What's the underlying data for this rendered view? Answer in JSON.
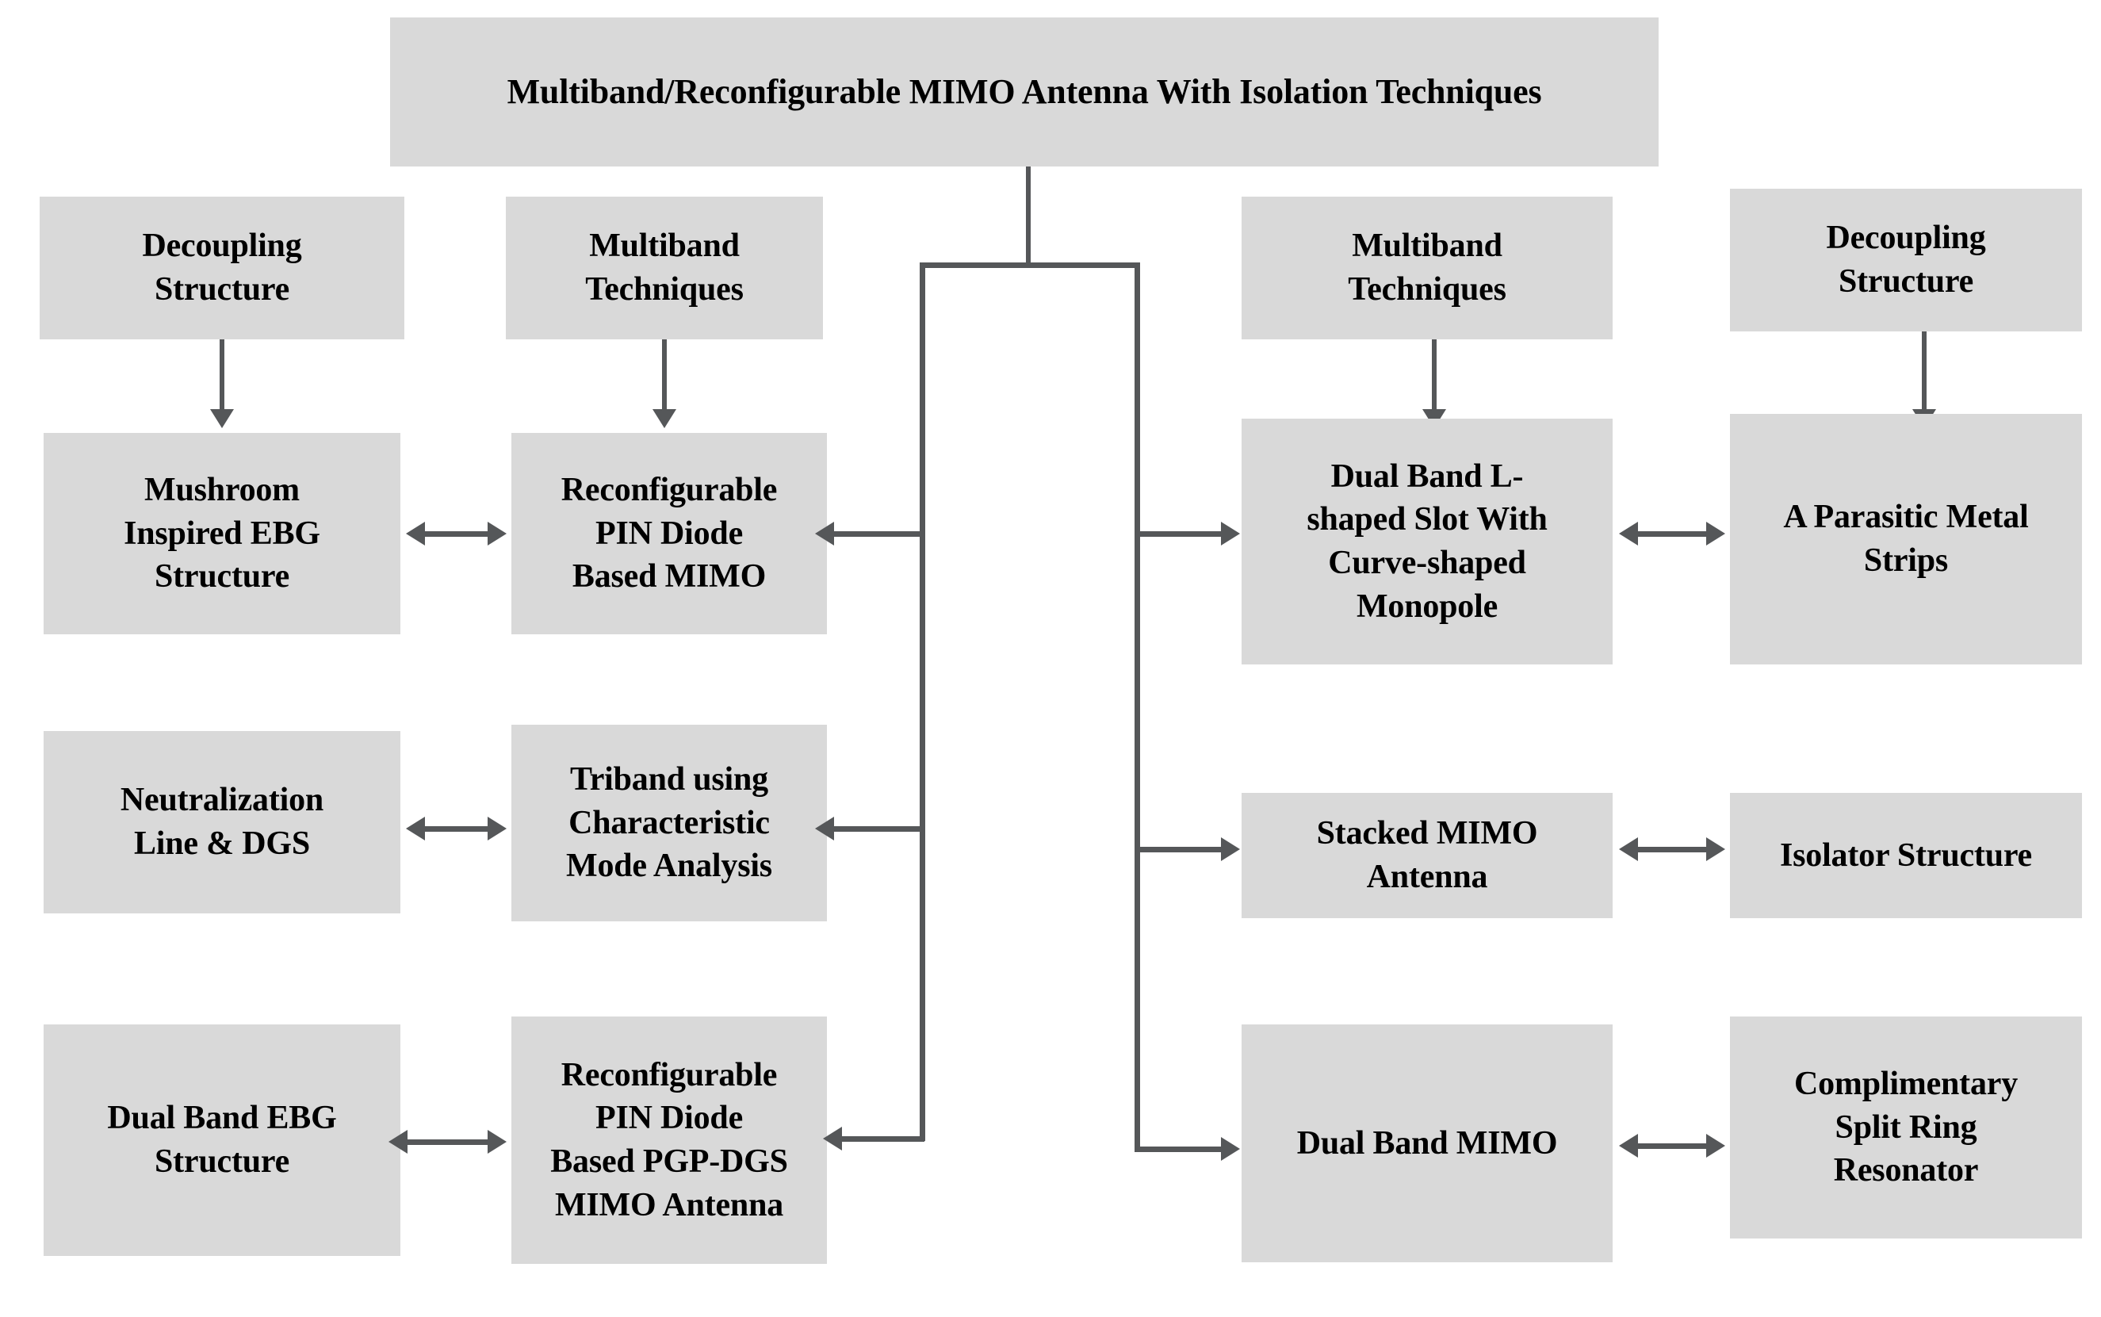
{
  "diagram": {
    "title": "Multiband/Reconfigurable MIMO Antenna With Isolation Techniques",
    "colors": {
      "node_fill": "#d9d9d9",
      "connector": "#555759",
      "text": "#000000",
      "background": "#ffffff"
    },
    "headers": {
      "left_decoupling": "Decoupling\nStructure",
      "left_multiband": "Multiband\nTechniques",
      "right_multiband": "Multiband\nTechniques",
      "right_decoupling": "Decoupling\nStructure"
    },
    "left_branch": {
      "row1": {
        "outer": "Mushroom\nInspired EBG\nStructure",
        "inner": "Reconfigurable\nPIN Diode\nBased MIMO"
      },
      "row2": {
        "outer": "Neutralization\nLine & DGS",
        "inner": "Triband using\nCharacteristic\nMode Analysis"
      },
      "row3": {
        "outer": "Dual Band EBG\nStructure",
        "inner": "Reconfigurable\nPIN Diode\nBased PGP-DGS\nMIMO Antenna"
      }
    },
    "right_branch": {
      "row1": {
        "inner": "Dual Band L-\nshaped Slot With\nCurve-shaped\nMonopole",
        "outer": "A Parasitic Metal\nStrips"
      },
      "row2": {
        "inner": "Stacked MIMO\nAntenna",
        "outer": "Isolator Structure"
      },
      "row3": {
        "inner": "Dual Band MIMO",
        "outer": "Complimentary\nSplit Ring\nResonator"
      }
    }
  }
}
